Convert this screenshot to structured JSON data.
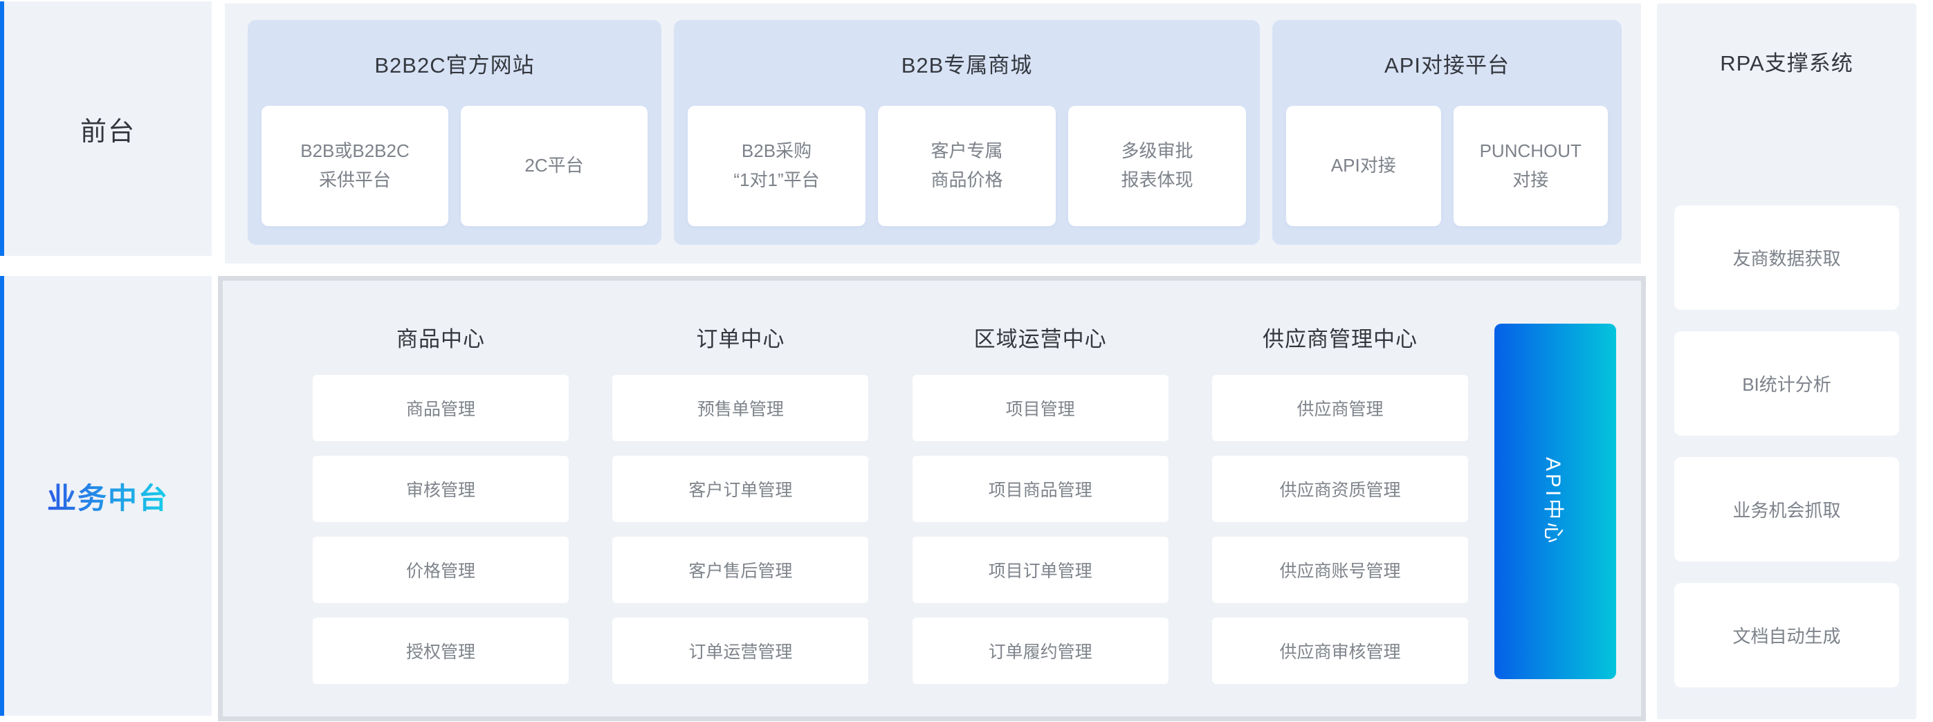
{
  "front": {
    "label": "前台",
    "groups": [
      {
        "title": "B2B2C官方网站",
        "items": [
          "B2B或B2B2C\n采供平台",
          "2C平台"
        ]
      },
      {
        "title": "B2B专属商城",
        "items": [
          "B2B采购\n“1对1”平台",
          "客户专属\n商品价格",
          "多级审批\n报表体现"
        ]
      },
      {
        "title": "API对接平台",
        "items": [
          "API对接",
          "PUNCHOUT\n对接"
        ]
      }
    ]
  },
  "middle": {
    "label": "业务中台",
    "api_bar_label": "API中心",
    "centers": [
      {
        "title": "商品中心",
        "items": [
          "商品管理",
          "审核管理",
          "价格管理",
          "授权管理"
        ]
      },
      {
        "title": "订单中心",
        "items": [
          "预售单管理",
          "客户订单管理",
          "客户售后管理",
          "订单运营管理"
        ]
      },
      {
        "title": "区域运营中心",
        "items": [
          "项目管理",
          "项目商品管理",
          "项目订单管理",
          "订单履约管理"
        ]
      },
      {
        "title": "供应商管理中心",
        "items": [
          "供应商管理",
          "供应商资质管理",
          "供应商账号管理",
          "供应商审核管理"
        ]
      }
    ]
  },
  "rpa": {
    "title": "RPA支撑系统",
    "items": [
      "友商数据获取",
      "BI统计分析",
      "业务机会抓取",
      "文档自动生成"
    ]
  },
  "colors": {
    "accent_blue": "#0a74ee",
    "panel_bg": "#eff2f7",
    "group_bg": "#d7e2f5",
    "container_border": "#d9dde3",
    "container_bg": "#eef1f5",
    "api_gradient_start": "#0560e8",
    "api_gradient_end": "#04c4dc",
    "middle_label_gradient_start": "#2b5ce6",
    "middle_label_gradient_end": "#18cfe8",
    "title_text": "#34383e",
    "card_text": "#7d828a"
  }
}
